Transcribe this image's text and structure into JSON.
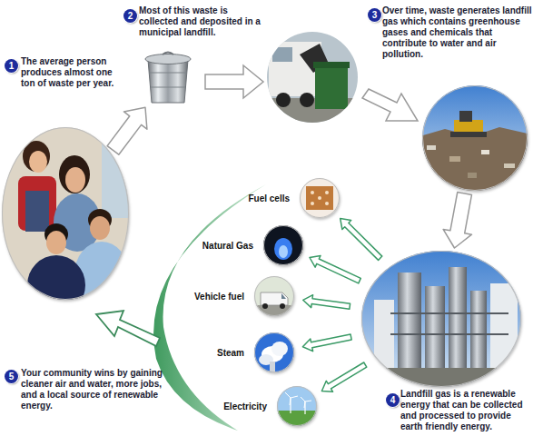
{
  "diagram": {
    "nodes": [
      {
        "text": [
          "1",
          "The average person produces almost one ton of waste per year.",
          "5",
          "Your community wins by gaining cleaner air and water, more jobs, and a local source of renewable energy."
        ]
      },
      {
        "text": [
          "2",
          "Most of this waste is collected and deposited in a municipal landfill."
        ]
      },
      {
        "text": [
          "3",
          "Over time, waste generates landfill gas which contains greenhouse gases and chemicals that contribute to water and air pollution."
        ]
      },
      {
        "text": [
          "4",
          "Landfill gas is a renewable energy that can be collected and processed to provide earth friendly energy."
        ]
      },
      {
        "text": [
          "Fuel cells"
        ]
      },
      {
        "text": [
          "Natural Gas"
        ]
      },
      {
        "text": [
          "Vehicle fuel"
        ]
      },
      {
        "text": [
          "Steam"
        ]
      },
      {
        "text": [
          "Electricity"
        ]
      }
    ],
    "edges": [
      {
        "from": 0,
        "to": 1,
        "arrow": "to"
      },
      {
        "from": 2,
        "to": 3,
        "arrow": "to"
      },
      {
        "from": 3,
        "to": 4,
        "arrow": "to"
      },
      {
        "from": 3,
        "to": 5,
        "arrow": "to"
      },
      {
        "from": 3,
        "to": 6,
        "arrow": "to"
      },
      {
        "from": 3,
        "to": 7,
        "arrow": "to"
      },
      {
        "from": 3,
        "to": 8,
        "arrow": "to"
      }
    ]
  }
}
